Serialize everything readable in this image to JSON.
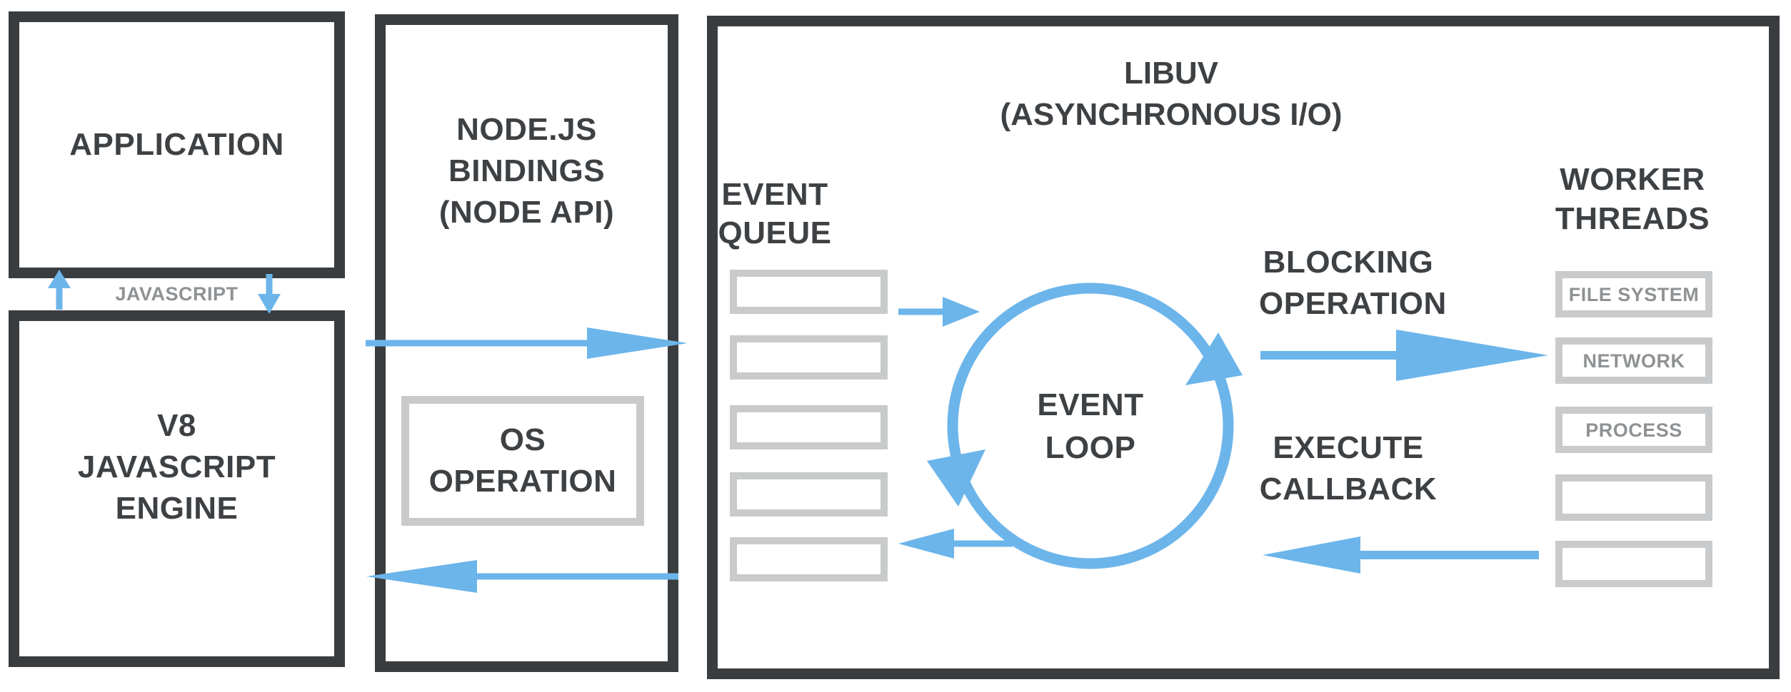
{
  "palette": {
    "ink": "#3a3d40",
    "text-dark": "#3e4144",
    "text-gray": "#8f9294",
    "frame-gray": "#c9cacb",
    "blue": "#6cb5ea",
    "bg": "#ffffff"
  },
  "left_column": {
    "application": {
      "label": "APPLICATION"
    },
    "javascript_link": {
      "label": "JAVASCRIPT"
    },
    "v8": {
      "lines": [
        "V8",
        "JAVASCRIPT",
        "ENGINE"
      ]
    }
  },
  "bindings": {
    "lines": [
      "NODE.JS",
      "BINDINGS",
      "(NODE API)"
    ],
    "os_operation": {
      "lines": [
        "OS",
        "OPERATION"
      ]
    }
  },
  "libuv": {
    "title_lines": [
      "LIBUV",
      "(ASYNCHRONOUS I/O)"
    ],
    "event_queue": {
      "label_lines": [
        "EVENT",
        "QUEUE"
      ],
      "slots": 5
    },
    "event_loop": {
      "lines": [
        "EVENT",
        "LOOP"
      ]
    },
    "blocking_operation_lines": [
      "BLOCKING",
      "OPERATION"
    ],
    "execute_callback_lines": [
      "EXECUTE",
      "CALLBACK"
    ],
    "worker_threads": {
      "label_lines": [
        "WORKER",
        "THREADS"
      ],
      "boxes": [
        {
          "label": "FILE SYSTEM"
        },
        {
          "label": "NETWORK"
        },
        {
          "label": "PROCESS"
        },
        {
          "label": ""
        },
        {
          "label": ""
        }
      ]
    }
  }
}
